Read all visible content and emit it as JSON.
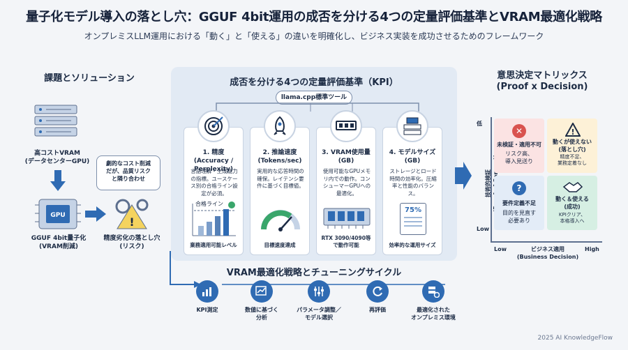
{
  "header": {
    "title": "量子化モデル導入の落とし穴：GGUF 4bit運用の成否を分ける4つの定量評価基準とVRAM最適化戦略",
    "subtitle": "オンプレミスLLM運用における「動く」と「使える」の違いを明確化し、ビジネス実装を成功させるためのフレームワーク"
  },
  "left": {
    "heading": "課題とソリューション",
    "vram_label": "高コストVRAM\n(データセンターGPU)",
    "callout": "劇的なコスト削減\nだが、品質リスク\nと隣り合わせ",
    "gguf_label": "GGUF 4bit量子化\n(VRAM削減)",
    "risk_label": "精度劣化の落とし穴\n(リスク)",
    "chip_text": "GPU"
  },
  "kpi": {
    "heading": "成否を分ける4つの定量評価基準（KPI）",
    "tool_pill": "llama.cpp標準ツール",
    "cards": [
      {
        "title": "1. 精度\n(Accuracy / Perplexity)",
        "desc": "言語理解・生成能力の指標。ユースケース別の合格ライン設定が必須。",
        "footer": "業務適用可能レベル",
        "pass_label": "合格ライン"
      },
      {
        "title": "2. 推論速度\n(Tokens/sec)",
        "desc": "実用的な応答時間の確保。レイテンシ要件に基づく目標値。",
        "footer": "目標速度達成"
      },
      {
        "title": "3. VRAM使用量\n(GB)",
        "desc": "使用可能なGPUメモリ内での動作。コンシューマーGPUへの最適化。",
        "footer": "RTX 3090/4090等\nで動作可能"
      },
      {
        "title": "4. モデルサイズ\n(GB)",
        "desc": "ストレージとロード時間の効率化。圧縮率と性能のバランス。",
        "footer": "効率的な運用サイズ",
        "doc_value": "75%"
      }
    ]
  },
  "matrix": {
    "heading": "意思決定マトリックス\n(Proof x Decision)",
    "y_axis": "技術的検証\n(Proof of Concept)",
    "y_high": "低",
    "y_low": "Low",
    "x_axis": "ビジネス適用\n(Business Decision)",
    "x_low": "Low",
    "x_high": "High",
    "cells": [
      {
        "title": "未検証・適用不可",
        "desc": "リスク高、\n導入見送り"
      },
      {
        "title": "動くが使えない\n(落とし穴)",
        "desc": "精度不足、\n業務定着なし"
      },
      {
        "title": "要件定義不足",
        "desc": "目的を見直す\n必要あり"
      },
      {
        "title": "動く＆使える\n(成功)",
        "desc": "KPIクリア、\n本格導入へ"
      }
    ]
  },
  "cycle": {
    "heading": "VRAM最適化戦略とチューニングサイクル",
    "steps": [
      "KPI測定",
      "数値に基づく\n分析",
      "パラメータ調整／\nモデル選択",
      "再評価",
      "最適化された\nオンプレミス環境"
    ]
  },
  "footer": "2025 AI KnowledgeFlow",
  "colors": {
    "accent": "#2f6bb3",
    "panel": "#e2eaf4",
    "red": "#d9534f",
    "green": "#d6efe3"
  }
}
